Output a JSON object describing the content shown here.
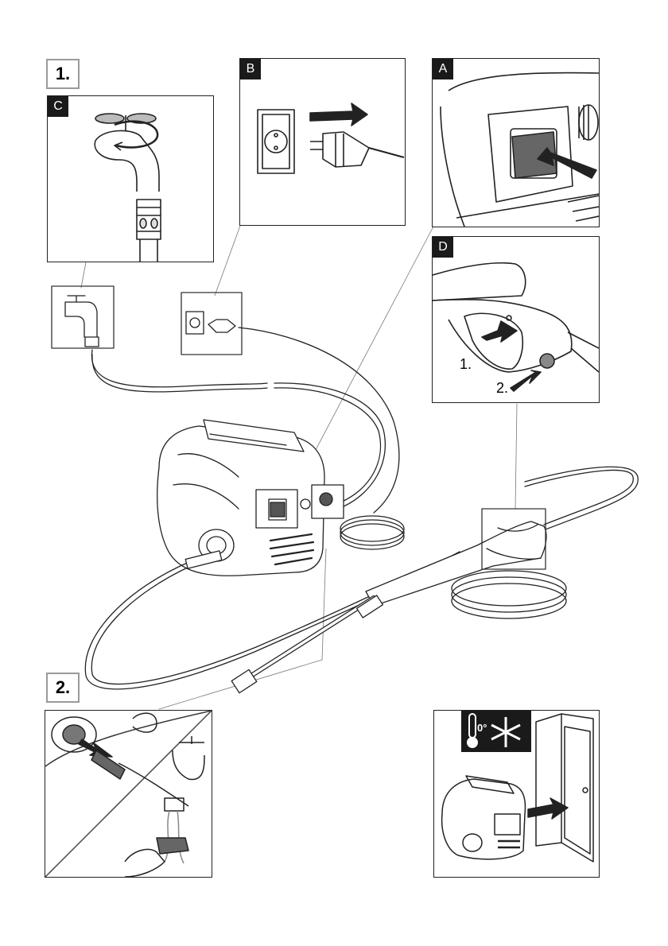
{
  "steps": {
    "step1": "1.",
    "step2": "2."
  },
  "panels": {
    "a": "A",
    "b": "B",
    "c": "C",
    "d": "D"
  },
  "panel_d_steps": {
    "first": "1.",
    "second": "2."
  },
  "frost_symbol": "0°",
  "icons": [
    "water-tap-icon",
    "power-plug-icon",
    "power-switch-icon",
    "trigger-gun-icon",
    "frost-protection-icon"
  ],
  "colors": {
    "line": "#222222",
    "fill_dark": "#555555",
    "tag_bg": "#1a1a1a"
  }
}
